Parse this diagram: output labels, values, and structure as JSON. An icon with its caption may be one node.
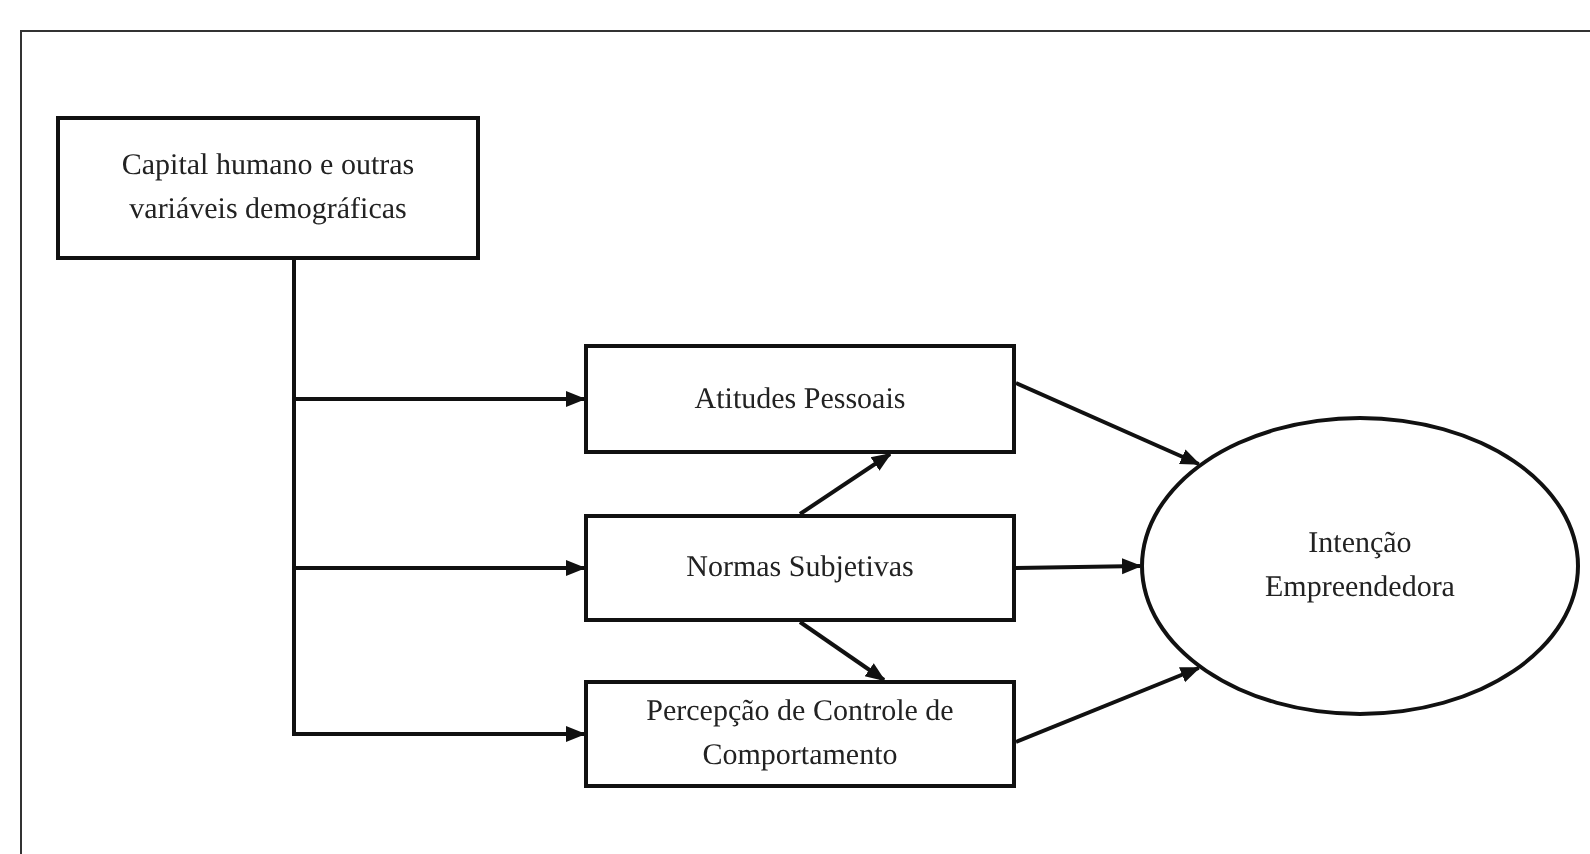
{
  "diagram": {
    "nodes": [
      {
        "text": [
          "Capital humano e outras variáveis demográficas"
        ]
      },
      {
        "text": [
          "Atitudes Pessoais"
        ]
      },
      {
        "text": [
          "Normas Subjetivas"
        ]
      },
      {
        "text": [
          "Percepção de Controle de Comportamento"
        ]
      },
      {
        "text": [
          "Intenção Empreendedora"
        ]
      }
    ],
    "edges": [
      {
        "from": 0,
        "to": 1,
        "arrow": "to"
      },
      {
        "from": 0,
        "to": 2,
        "arrow": "to"
      },
      {
        "from": 0,
        "to": 3,
        "arrow": "to"
      },
      {
        "from": 1,
        "to": 4,
        "arrow": "to"
      },
      {
        "from": 2,
        "to": 4,
        "arrow": "to"
      },
      {
        "from": 3,
        "to": 4,
        "arrow": "to"
      },
      {
        "from": 2,
        "to": 1,
        "arrow": "to"
      },
      {
        "from": 2,
        "to": 3,
        "arrow": "to"
      }
    ]
  }
}
